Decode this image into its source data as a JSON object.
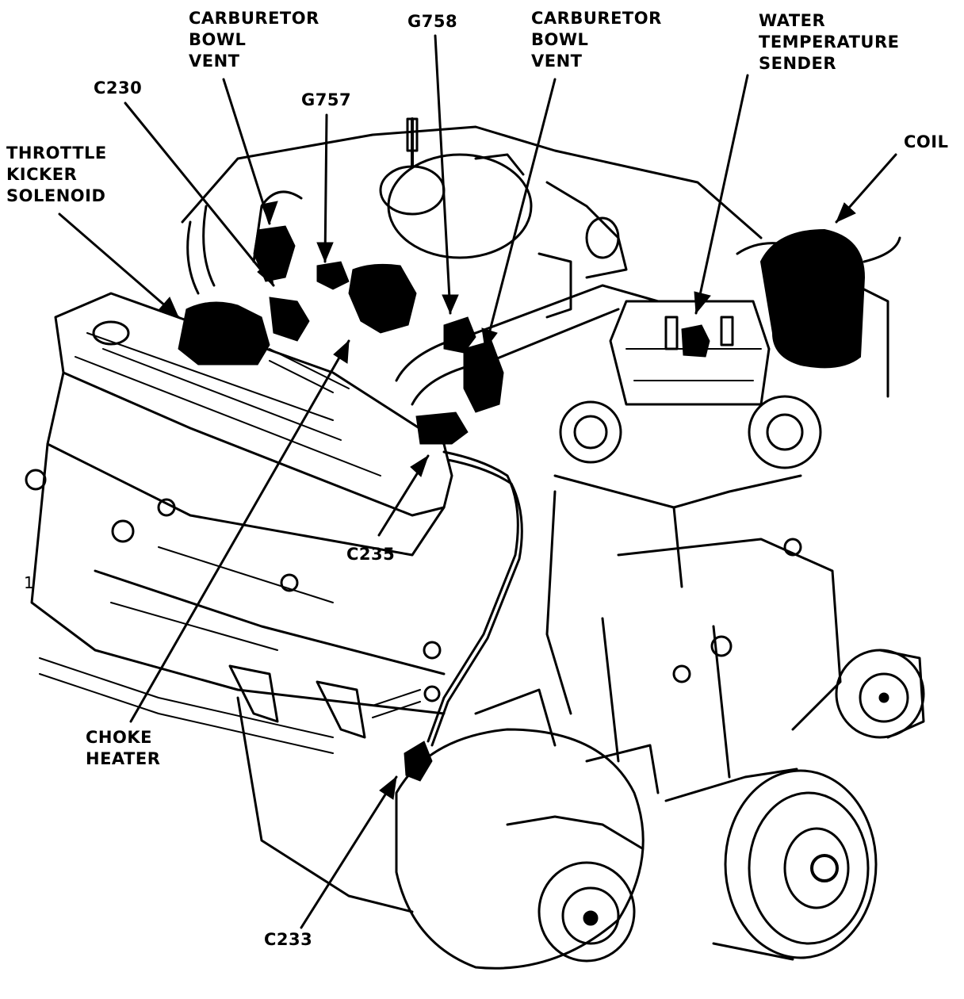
{
  "labels": {
    "carb_vent_left": [
      "CARBURETOR",
      "BOWL",
      "VENT"
    ],
    "g758": "G758",
    "carb_vent_right": [
      "CARBURETOR",
      "BOWL",
      "VENT"
    ],
    "water_temp": [
      "WATER",
      "TEMPERATURE",
      "SENDER"
    ],
    "c230": "C230",
    "g757": "G757",
    "coil": "COIL",
    "throttle": [
      "THROTTLE",
      "KICKER",
      "SOLENOID"
    ],
    "c235": "C235",
    "choke": [
      "CHOKE",
      "HEATER"
    ],
    "c233": "C233",
    "corner_mark": "1"
  },
  "colors": {
    "ink": "#000000",
    "paper": "#ffffff"
  }
}
